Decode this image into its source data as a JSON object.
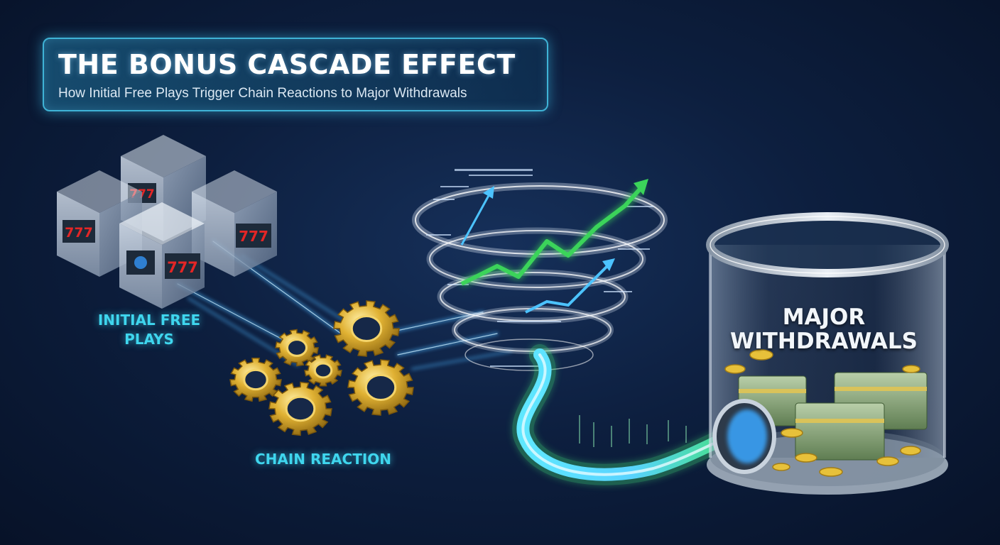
{
  "header": {
    "title": "THE BONUS CASCADE EFFECT",
    "subtitle": "How Initial Free Plays Trigger Chain Reactions to Major Withdrawals"
  },
  "stages": {
    "initial": {
      "label": "INITIAL FREE PLAYS",
      "icon": "slot-machine-cube-icon"
    },
    "chain": {
      "label": "CHAIN REACTION",
      "icon": "gear-icon"
    },
    "cascade": {
      "icon": "data-vortex-icon"
    },
    "withdrawal": {
      "label": "MAJOR WITHDRAWALS",
      "icon": "money-cylinder-icon"
    }
  },
  "reel_symbol": "777",
  "colors": {
    "background": "#0d1f3f",
    "accent_cyan": "#3fd6ee",
    "gear_gold": "#d4a422",
    "growth_green": "#3bd45a",
    "flow_blue": "#4cc3ff",
    "coin_gold": "#e7c13a",
    "cash_green": "#7fa26c"
  }
}
